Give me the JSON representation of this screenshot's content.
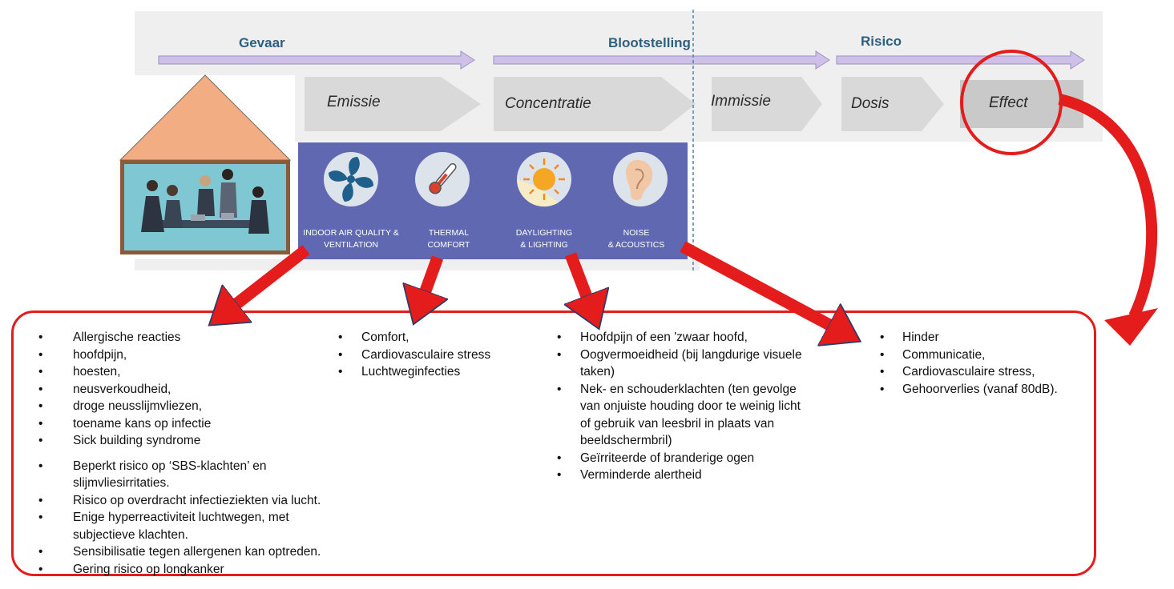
{
  "stages": [
    {
      "label": "Gevaar"
    },
    {
      "label": "Blootstelling"
    },
    {
      "label": "Risico"
    }
  ],
  "steps": [
    "Emissie",
    "Concentratie",
    "Immissie",
    "Dosis",
    "Effect"
  ],
  "categories": [
    {
      "icon": "fan-icon",
      "label1": "INDOOR AIR QUALITY &",
      "label2": "VENTILATION"
    },
    {
      "icon": "thermometer-icon",
      "label1": "THERMAL",
      "label2": "COMFORT"
    },
    {
      "icon": "sun-icon",
      "label1": "DAYLIGHTING",
      "label2": "& LIGHTING"
    },
    {
      "icon": "ear-icon",
      "label1": "NOISE",
      "label2": "& ACOUSTICS"
    }
  ],
  "effects": {
    "air": [
      "Allergische reacties",
      "hoofdpijn,",
      "hoesten,",
      "neusverkoudheid,",
      "droge neusslijmvliezen,",
      "toename kans op infectie",
      "Sick building syndrome"
    ],
    "air_risks": [
      "Beperkt risico op ‘SBS-klachten’ en slijmvliesirritaties.",
      "Risico op overdracht infectieziekten via lucht.",
      "Enige hyperreactiviteit luchtwegen, met subjectieve klachten.",
      "Sensibilisatie tegen allergenen kan optreden.",
      "Gering risico op longkanker"
    ],
    "thermal": [
      "Comfort,",
      "Cardiovasculaire stress",
      "Luchtweginfecties"
    ],
    "lighting": [
      "Hoofdpijn of een 'zwaar hoofd,",
      "Oogvermoeidheid (bij langdurige visuele taken)",
      "Nek- en schouderklachten (ten gevolge van onjuiste houding door te weinig licht of gebruik van leesbril in plaats van beeldschermbril)",
      "Geïrriteerde of branderige ogen",
      "Verminderde alertheid"
    ],
    "noise": [
      "Hinder",
      "Communicatie,",
      "Cardiovasculaire stress,",
      "Gehoorverlies (vanaf 80dB)."
    ]
  },
  "colors": {
    "arrow_red": "#e41c1c",
    "panel_blue": "#5f68b0",
    "stage_arrow": "#c9b9e6",
    "house_roof": "#f2ad83",
    "house_wall": "#7fc7d3",
    "stage_text": "#2d5f7f"
  }
}
